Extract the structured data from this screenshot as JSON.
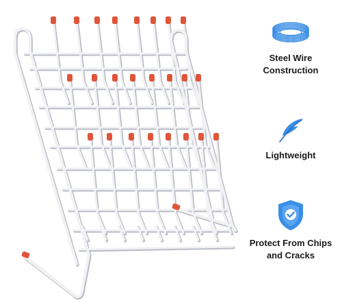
{
  "product": {
    "name": "white-wire-drying-rack-with-red-tipped-pegs",
    "colors": {
      "wire": "#f2f2f4",
      "wire_shadow": "#b9bcc6",
      "tip": "#e0553a",
      "icon_blue": "#3a8ee6"
    }
  },
  "features": [
    {
      "icon": "coil-icon",
      "label_line1": "Steel Wire",
      "label_line2": "Construction"
    },
    {
      "icon": "feather-icon",
      "label_line1": "Lightweight",
      "label_line2": ""
    },
    {
      "icon": "shield-check-icon",
      "label_line1": "Protect From Chips",
      "label_line2": "and Cracks"
    }
  ]
}
